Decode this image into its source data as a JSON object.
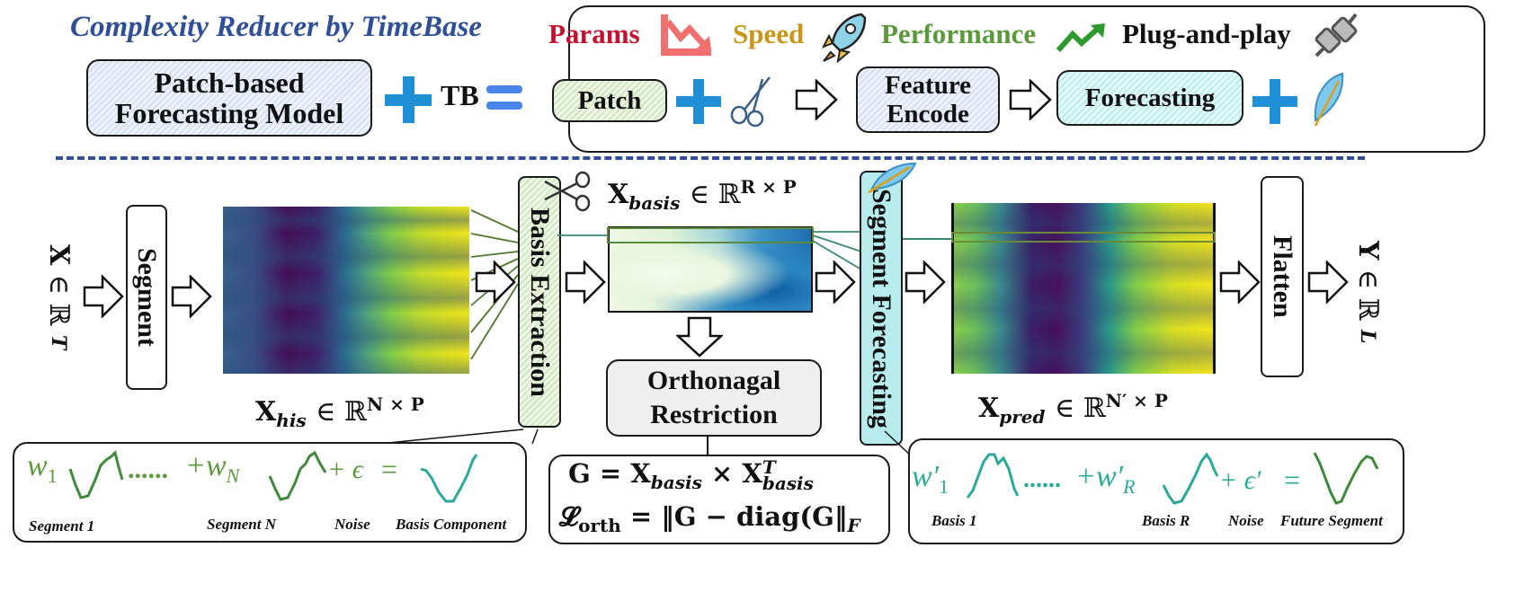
{
  "header": {
    "title": "Complexity Reducer by TimeBase",
    "model_box": "Patch-based Forecasting Model",
    "tb_label": "TB"
  },
  "legend": {
    "params": "Params",
    "speed": "Speed",
    "performance": "Performance",
    "plug": "Plug-and-play",
    "patch": "Patch",
    "feature_encode": "Feature Encode",
    "forecasting": "Forecasting",
    "colors": {
      "params": "#c8102e",
      "speed": "#c9961a",
      "performance": "#5a9a3a",
      "plus": "#1f8fd6"
    }
  },
  "pipeline": {
    "input_var": "X",
    "input_space": "∈ ℝ",
    "input_sup": "T",
    "segment": "Segment",
    "x_his": "X",
    "x_his_sub": "his",
    "x_his_space": "∈ ℝ",
    "x_his_sup": "N × P",
    "basis_extraction": "Basis Extraction",
    "x_basis": "X",
    "x_basis_sub": "basis",
    "x_basis_space": "∈ ℝ",
    "x_basis_sup": "R × P",
    "orth": "Orthonagal Restriction",
    "segment_forecasting": "Segment Forecasting",
    "x_pred": "X",
    "x_pred_sub": "pred",
    "x_pred_space": "∈ ℝ",
    "x_pred_sup": "N′ × P",
    "flatten": "Flatten",
    "output_var": "Y",
    "output_space": "∈ ℝ",
    "output_sup": "L"
  },
  "left_eq": {
    "w1": "w",
    "w1_sub": "1",
    "dots": "......",
    "wn": "+w",
    "wn_sub": "N",
    "noise": "+ ϵ",
    "eq": "=",
    "lbl_seg1": "Segment 1",
    "lbl_segN": "Segment N",
    "lbl_noise": "Noise",
    "lbl_basis": "Basis Component"
  },
  "center_eq": {
    "line1": "G = X",
    "line1_sub": "basis",
    "line1_mid": " × X",
    "line1_sup": "T",
    "line1_sub2": "basis",
    "line2": "𝓛",
    "line2_sub": "orth",
    "line2_rest": " = ‖G − diag(G‖",
    "line2_f": "F"
  },
  "right_eq": {
    "w1": "w′",
    "w1_sub": "1",
    "dots": "......",
    "wr": "+w′",
    "wr_sub": "R",
    "noise": "+ ϵ′",
    "eq": "=",
    "lbl_b1": "Basis 1",
    "lbl_bR": "Basis R",
    "lbl_noise": "Noise",
    "lbl_future": "Future Segment"
  }
}
